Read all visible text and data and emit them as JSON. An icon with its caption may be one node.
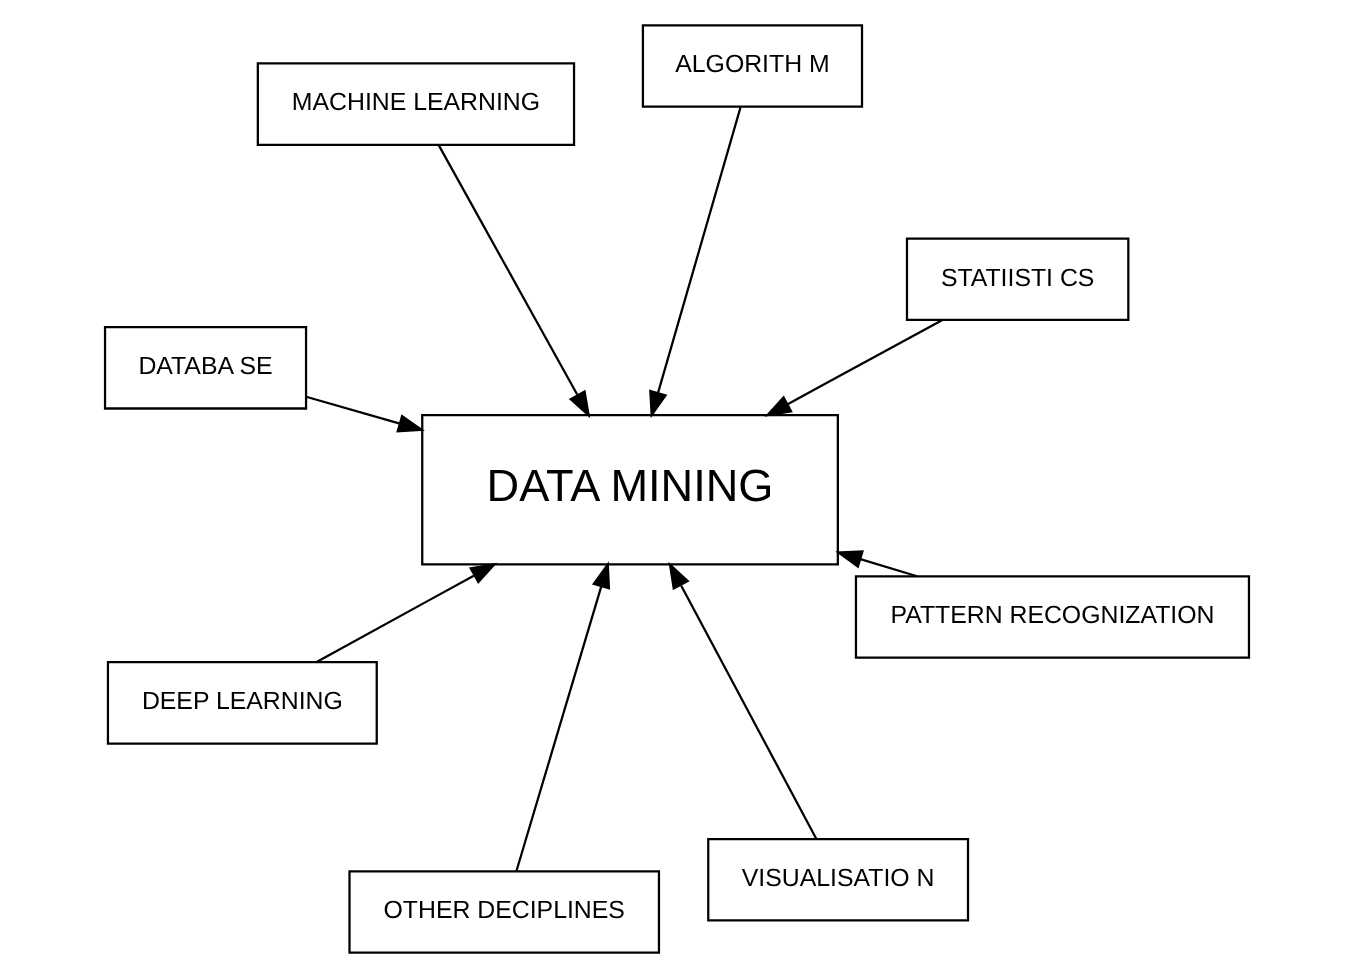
{
  "diagram": {
    "nodes": [
      {
        "text": [
          "DATABA SE"
        ]
      },
      {
        "text": [
          "STATIISTI CS"
        ]
      },
      {
        "text": [
          "VISUALISATIO N"
        ]
      },
      {
        "text": [
          "ALGORITH M"
        ]
      },
      {
        "text": [
          "DATA MINING"
        ]
      },
      {
        "text": [
          "MACHINE LEARNING"
        ]
      },
      {
        "text": [
          "DEEP LEARNING"
        ]
      },
      {
        "text": [
          "PATTERN RECOGNIZATION"
        ]
      },
      {
        "text": [
          "OTHER DECIPLINES"
        ]
      }
    ],
    "edges": [
      {
        "from": 0,
        "to": 4,
        "arrow": "to"
      },
      {
        "from": 1,
        "to": 4,
        "arrow": "to"
      },
      {
        "from": 2,
        "to": 4,
        "arrow": "to"
      },
      {
        "from": 3,
        "to": 4,
        "arrow": "to"
      },
      {
        "from": 5,
        "to": 4,
        "arrow": "to"
      },
      {
        "from": 6,
        "to": 4,
        "arrow": "to"
      },
      {
        "from": 7,
        "to": 4,
        "arrow": "to"
      },
      {
        "from": 8,
        "to": 4,
        "arrow": "to"
      }
    ]
  }
}
